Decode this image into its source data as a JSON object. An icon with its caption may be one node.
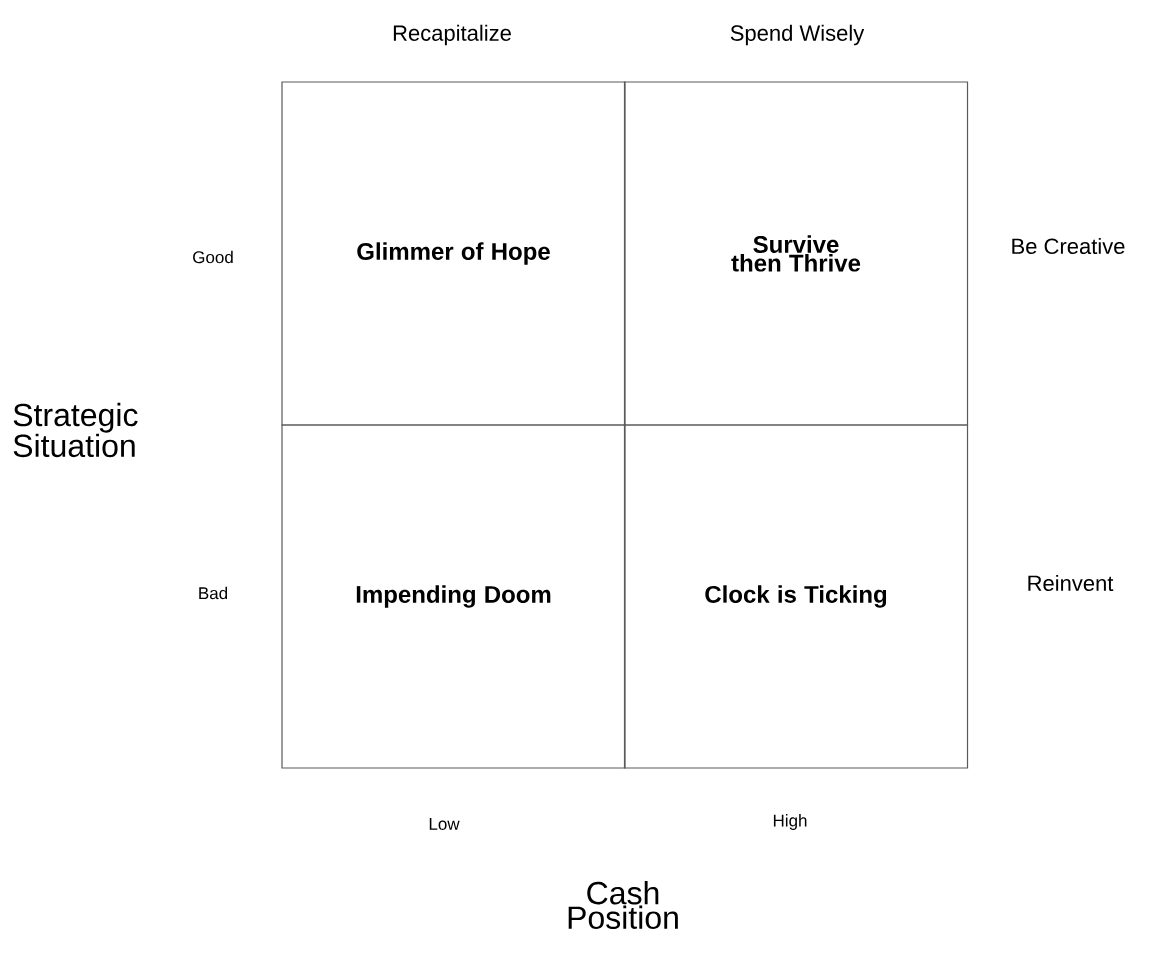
{
  "diagram": {
    "nodes": [
      {
        "text": [
          "Glimmer of Hope"
        ]
      },
      {
        "text": [
          "Survive then Thrive"
        ]
      },
      {
        "text": [
          "Impending Doom"
        ]
      },
      {
        "text": [
          "Clock is Ticking"
        ]
      }
    ],
    "labels": [
      "Recapitalize",
      "Spend Wisely",
      "Good",
      "Be Creative",
      "Strategic Situation",
      "Bad",
      "Reinvent",
      "Low",
      "High",
      "Cash Position"
    ]
  }
}
